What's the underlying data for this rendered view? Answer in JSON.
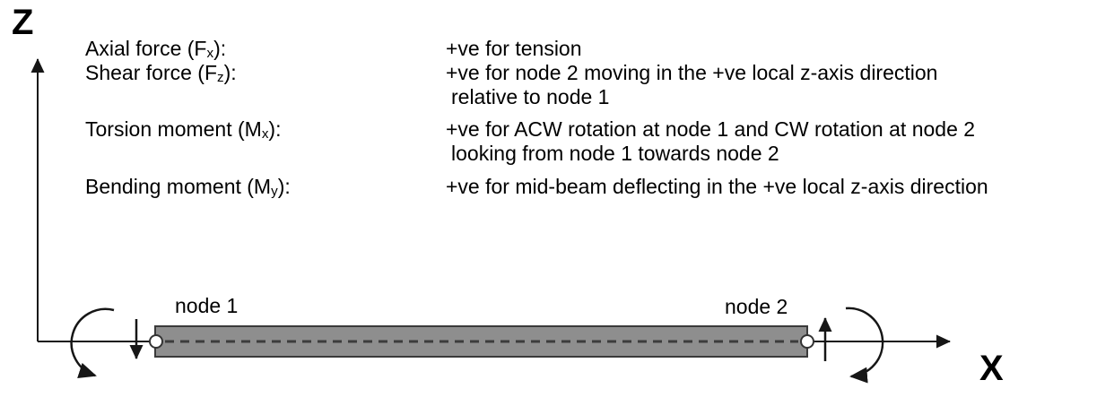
{
  "axes": {
    "z_label": "Z",
    "x_label": "X"
  },
  "sign_conventions": {
    "entries": [
      {
        "label_pre": "Axial force (F",
        "label_sub": "x",
        "label_post": "):",
        "desc_line1": "+ve for tension"
      },
      {
        "label_pre": "Shear force (F",
        "label_sub": "z",
        "label_post": "):",
        "desc_line1": "+ve for node 2 moving in the +ve local z-axis direction",
        "desc_line2": "relative to node 1"
      },
      {
        "label_pre": "Torsion moment (M",
        "label_sub": "x",
        "label_post": "):",
        "desc_line1": "+ve for ACW rotation at node 1 and CW rotation at node 2",
        "desc_line2": "looking from node 1 towards node 2"
      },
      {
        "label_pre": "Bending moment (M",
        "label_sub": "y",
        "label_post": "):",
        "desc_line1": "+ve for mid-beam deflecting in the +ve local z-axis direction"
      }
    ]
  },
  "diagram": {
    "node1_label": "node 1",
    "node2_label": "node 2",
    "beam_fill": "#8e8e8e",
    "beam_border": "#3a3a3a",
    "centerline_color": "#3c3c3c",
    "line_color": "#161616",
    "node_fill": "#ffffff"
  }
}
